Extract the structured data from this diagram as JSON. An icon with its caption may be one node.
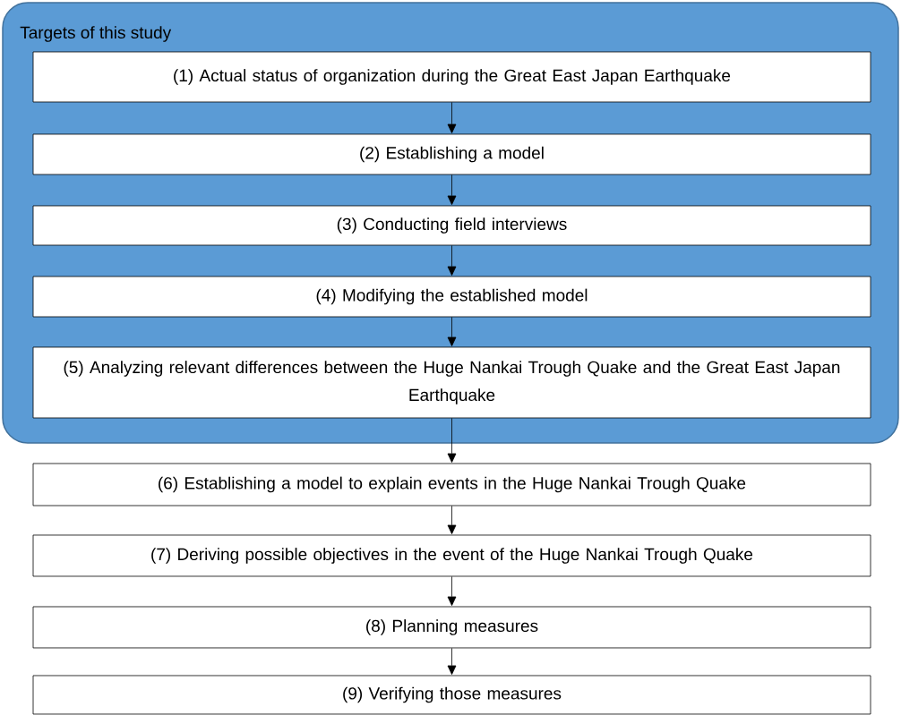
{
  "diagram": {
    "nodes": [
      {
        "text": [
          "Targets of this study"
        ]
      },
      {
        "text": [
          "(1) Actual status of organization during the Great East Japan Earthquake"
        ],
        "in": 0
      },
      {
        "text": [
          "(2) Establishing a model"
        ],
        "in": 0
      },
      {
        "text": [
          "(3) Conducting field interviews"
        ],
        "in": 0
      },
      {
        "text": [
          "(4) Modifying the established model"
        ],
        "in": 0
      },
      {
        "text": [
          "(5) Analyzing relevant differences between the Huge Nankai Trough Quake and the Great East Japan Earthquake"
        ],
        "in": 0
      },
      {
        "text": [
          "(6) Establishing a model to explain events in the Huge Nankai Trough Quake"
        ]
      },
      {
        "text": [
          "(7) Deriving possible objectives in the event of the Huge Nankai Trough Quake"
        ]
      },
      {
        "text": [
          "(8) Planning measures"
        ]
      },
      {
        "text": [
          "(9) Verifying those measures"
        ]
      }
    ],
    "edges": [
      {
        "from": 1,
        "to": 2,
        "arrow": "to"
      },
      {
        "from": 2,
        "to": 3,
        "arrow": "to"
      },
      {
        "from": 3,
        "to": 4,
        "arrow": "to"
      },
      {
        "from": 4,
        "to": 5,
        "arrow": "to"
      },
      {
        "from": 5,
        "to": 6,
        "arrow": "to"
      },
      {
        "from": 6,
        "to": 7,
        "arrow": "to"
      },
      {
        "from": 7,
        "to": 8,
        "arrow": "to"
      },
      {
        "from": 8,
        "to": 9,
        "arrow": "to"
      }
    ]
  }
}
